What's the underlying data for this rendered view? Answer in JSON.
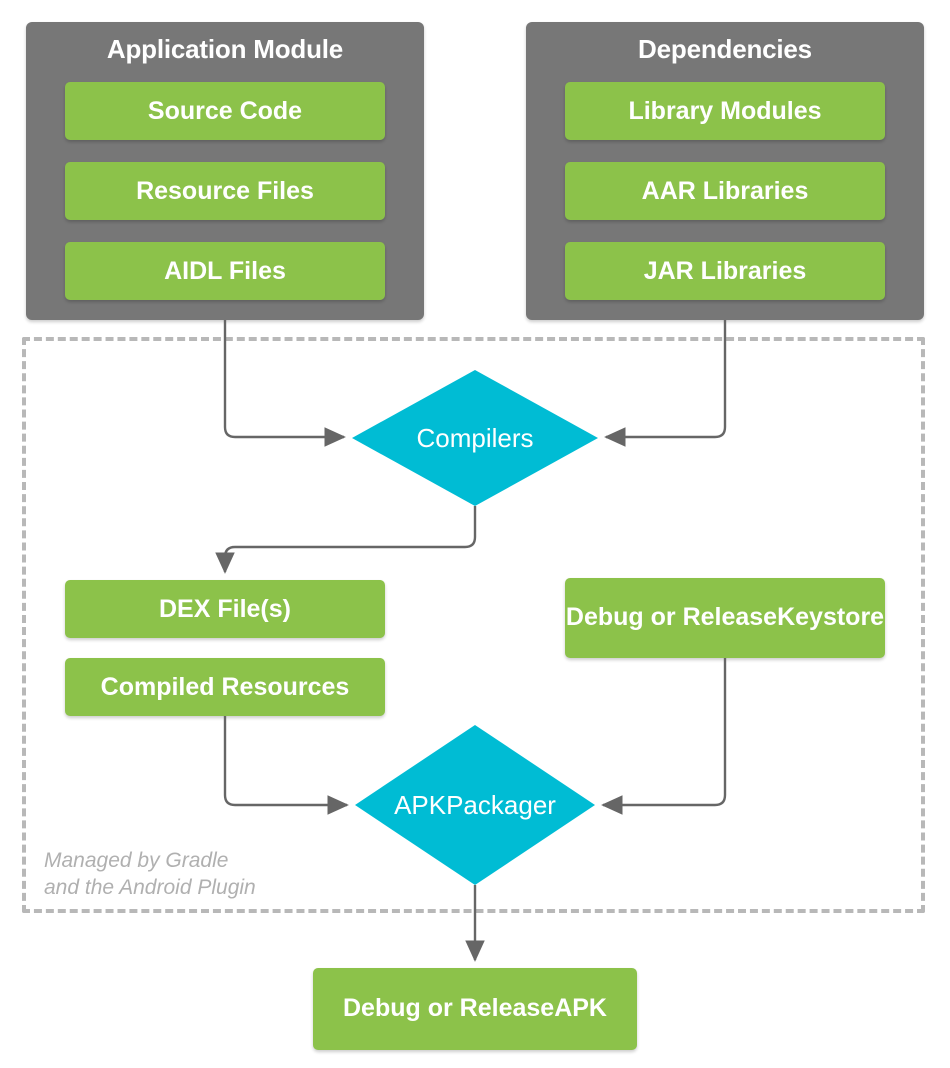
{
  "diagram": {
    "title": "Android build process",
    "colors": {
      "group_gray": "#777777",
      "item_green": "#8cc24a",
      "process_cyan": "#00bcd4",
      "connector_gray": "#666666",
      "dashed_gray": "#b8b8b8",
      "footnote_gray": "#b0b0b0",
      "background": "#ffffff"
    },
    "groups": [
      {
        "id": "application-module",
        "title": "Application Module",
        "items": [
          {
            "label": "Source Code"
          },
          {
            "label": "Resource Files"
          },
          {
            "label": "AIDL Files"
          }
        ]
      },
      {
        "id": "dependencies",
        "title": "Dependencies",
        "items": [
          {
            "label": "Library Modules"
          },
          {
            "label": "AAR Libraries"
          },
          {
            "label": "JAR Libraries"
          }
        ]
      }
    ],
    "processes": [
      {
        "id": "compilers",
        "label": "Compilers"
      },
      {
        "id": "apk-packager",
        "label": "APK\nPackager"
      }
    ],
    "artifacts": [
      {
        "id": "dex-files",
        "label": "DEX File(s)"
      },
      {
        "id": "compiled-resources",
        "label": "Compiled Resources"
      },
      {
        "id": "keystore",
        "label": "Debug or Release\nKeystore"
      },
      {
        "id": "output-apk",
        "label": "Debug or Release\nAPK"
      }
    ],
    "footnote": "Managed by Gradle\nand the Android Plugin",
    "edges": [
      {
        "from": "application-module",
        "to": "compilers"
      },
      {
        "from": "dependencies",
        "to": "compilers"
      },
      {
        "from": "compilers",
        "to": "dex-files"
      },
      {
        "from": "compiled-resources",
        "to": "apk-packager"
      },
      {
        "from": "keystore",
        "to": "apk-packager"
      },
      {
        "from": "apk-packager",
        "to": "output-apk"
      }
    ]
  }
}
